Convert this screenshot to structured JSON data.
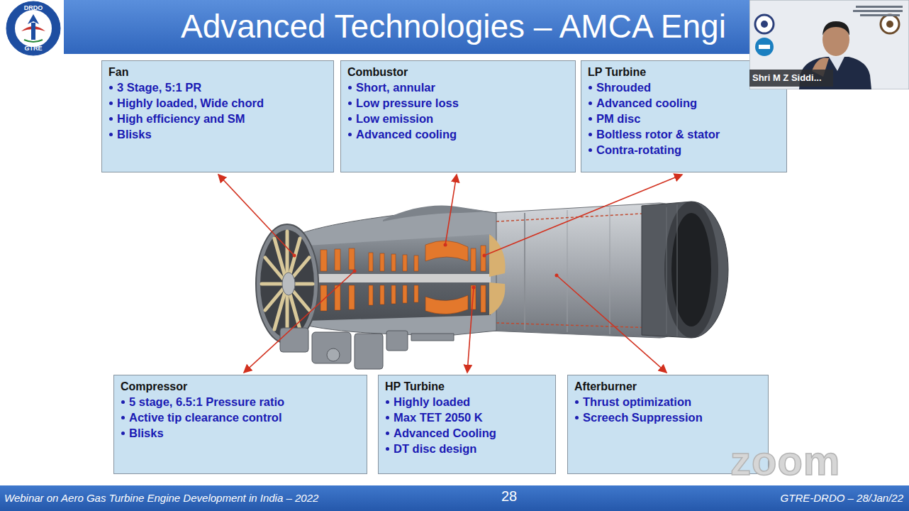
{
  "diagram": {
    "title": "Advanced Technologies – AMCA Engi",
    "nodes": [
      {
        "text": [
          "Fan",
          "3 Stage, 5:1 PR",
          "Highly loaded, Wide chord",
          "High efficiency and SM",
          "Blisks"
        ]
      },
      {
        "text": [
          "Combustor",
          "Short, annular",
          "Low pressure loss",
          "Low emission",
          "Advanced cooling"
        ]
      },
      {
        "text": [
          "LP Turbine",
          "Shrouded",
          "Advanced cooling",
          "PM disc",
          "Boltless rotor & stator",
          "Contra-rotating"
        ]
      },
      {
        "text": [
          "Compressor",
          "5 stage, 6.5:1 Pressure ratio",
          "Active tip clearance control",
          "Blisks"
        ]
      },
      {
        "text": [
          "HP Turbine",
          "Highly loaded",
          "Max TET 2050 K",
          "Advanced Cooling",
          "DT disc design"
        ]
      },
      {
        "text": [
          "Afterburner",
          "Thrust optimization",
          "Screech Suppression"
        ]
      }
    ],
    "labels": [
      "DRDO",
      "GTRE",
      "Shri M Z Siddi...",
      "Webinar on Aero Gas Turbine Engine Development in India – 2022",
      "28",
      "GTRE-DRDO – 28/Jan/22",
      "zoom"
    ]
  }
}
